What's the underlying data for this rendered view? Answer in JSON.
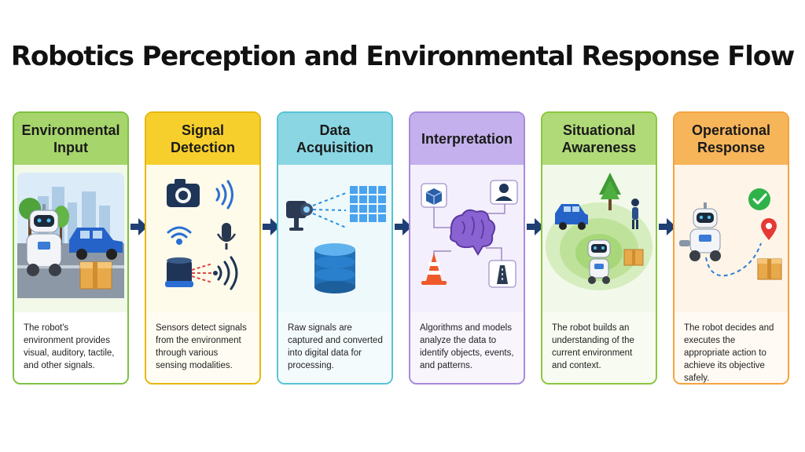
{
  "title": "Robotics Perception and Environmental Response Flow",
  "stages": [
    {
      "heading": "Environmental Input",
      "description": "The robot's environment provides visual, auditory, tactile, and other signals.",
      "icons": [
        "city-skyline",
        "tree",
        "robot",
        "car",
        "box"
      ]
    },
    {
      "heading": "Signal Detection",
      "description": "Sensors detect signals from the environment through various sensing modalities.",
      "icons": [
        "camera",
        "sound-wave",
        "wifi-signal",
        "microphone",
        "lidar-sensor"
      ]
    },
    {
      "heading": "Data Acquisition",
      "description": "Raw signals are captured and converted into digital data for processing.",
      "icons": [
        "sensor-camera",
        "data-grid",
        "database"
      ]
    },
    {
      "heading": "Interpretation",
      "description": "Algorithms and models analyze the data to identify objects, events, and patterns.",
      "icons": [
        "brain",
        "cube",
        "person",
        "traffic-cone",
        "road"
      ]
    },
    {
      "heading": "Situational Awareness",
      "description": "The robot builds an understanding of the current environment and context.",
      "icons": [
        "awareness-radar",
        "car",
        "tree",
        "person",
        "robot",
        "box"
      ]
    },
    {
      "heading": "Operational Response",
      "description": "The robot decides and executes the appropriate action to achieve its objective safely.",
      "icons": [
        "check-circle",
        "location-pin",
        "robot",
        "dashed-path",
        "box"
      ]
    }
  ],
  "colors": {
    "green": "#7ec242",
    "yellow": "#f2c318",
    "teal": "#58c3d6",
    "purple": "#a789dc",
    "lightgreen": "#8cc63f",
    "orange": "#f4a340",
    "arrow": "#1d3f73"
  }
}
